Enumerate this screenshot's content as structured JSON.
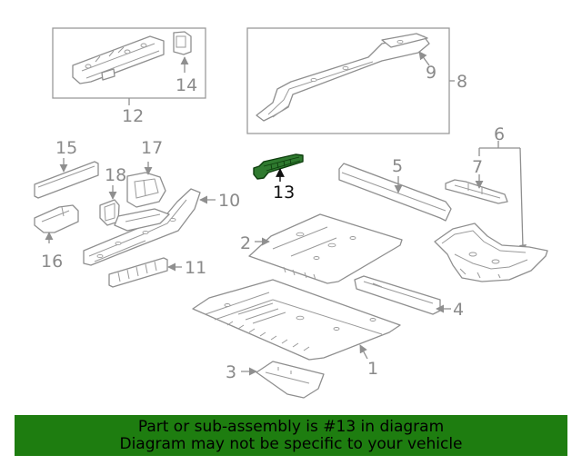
{
  "diagram": {
    "highlighted_part": "13",
    "highlight_color": "#2f7a2f",
    "callouts": {
      "c1": "1",
      "c2": "2",
      "c3": "3",
      "c4": "4",
      "c5": "5",
      "c6": "6",
      "c7": "7",
      "c8": "8",
      "c9": "9",
      "c10": "10",
      "c11": "11",
      "c12": "12",
      "c13": "13",
      "c14": "14",
      "c15": "15",
      "c16": "16",
      "c17": "17",
      "c18": "18"
    }
  },
  "banner": {
    "line1": "Part or sub-assembly is #13 in diagram",
    "line2": "Diagram may not be specific to your vehicle",
    "background": "#1e7d10"
  }
}
